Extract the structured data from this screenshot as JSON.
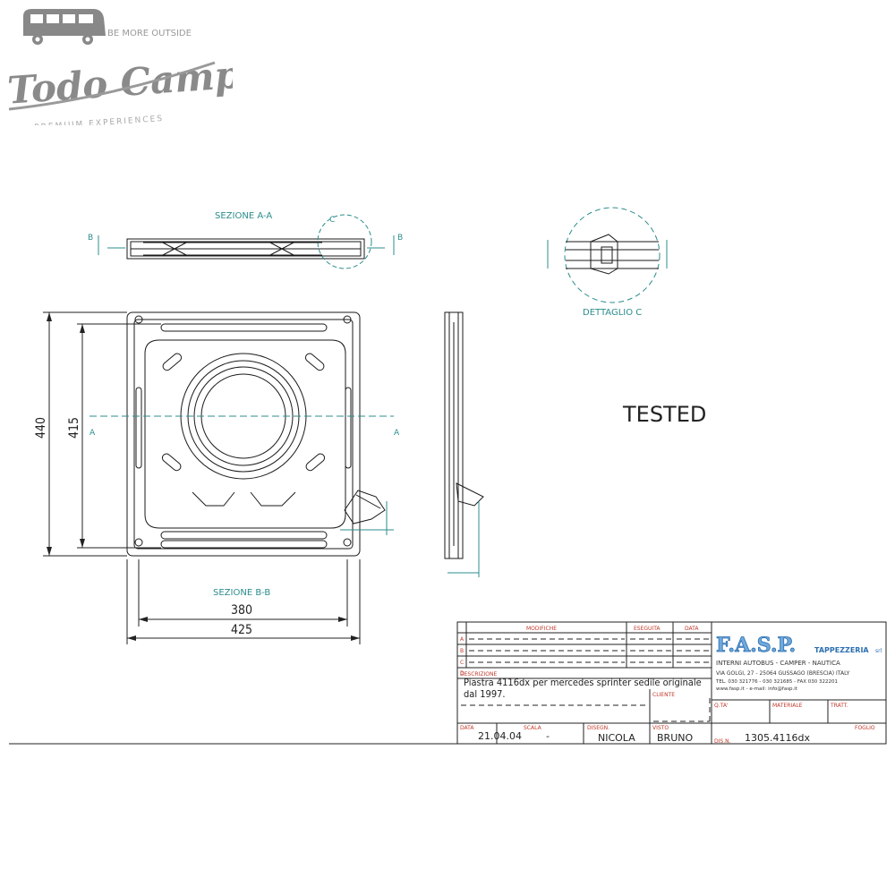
{
  "logo": {
    "top_text": "BE MORE OUTSIDE",
    "brand": "Todo Campers",
    "sub_text": "PREMIUM EXPERIENCES"
  },
  "drawing": {
    "section_aa": "SEZIONE A-A",
    "section_bb": "SEZIONE B-B",
    "detail_c": "DETTAGLIO C",
    "detail_c_letter": "C",
    "marker_b": "B",
    "marker_a": "A",
    "dim_440": "440",
    "dim_415": "415",
    "dim_380": "380",
    "dim_425": "425",
    "stamp": "TESTED"
  },
  "title_block": {
    "header_modifiche": "MODIFICHE",
    "header_eseguita": "ESEGUITA",
    "header_data": "DATA",
    "rev_letters": [
      "A",
      "B",
      "C",
      "D"
    ],
    "descrizione_label": "DESCRIZIONE",
    "description": "Piastra 4116dx per mercedes sprinter sedile originale dal 1997.",
    "cliente_label": "CLIENTE",
    "qta_label": "Q.TA'",
    "materiale_label": "MATERIALE",
    "tratt_label": "TRATT.",
    "foglio_label": "FOGLIO",
    "data_label": "DATA",
    "date_value": "21.04.04",
    "scala_label": "SCALA",
    "scala_value": "-",
    "disegn_label": "DISEGN.",
    "disegn_value": "NICOLA",
    "visto_label": "VISTO",
    "visto_value": "BRUNO",
    "dis_label": "DIS.N.",
    "dis_value": "1305.4116dx",
    "company_name": "F.A.S.P.",
    "company_tag": "TAPPEZZERIA",
    "company_srl": "srl",
    "company_line1": "INTERNI AUTOBUS - CAMPER - NAUTICA",
    "company_line2": "VIA GOLGI, 27 - 25064 GUSSAGO (BRESCIA) ITALY",
    "company_line3": "TEL. 030 321776 - 030 321685 - FAX 030 322201",
    "company_line4": "www.fasp.it - e-mail: info@fasp.it"
  },
  "colors": {
    "line": "#1a1a1a",
    "teal": "#2c8c8c",
    "red": "#c0392b",
    "blue": "#2c6fb0"
  }
}
